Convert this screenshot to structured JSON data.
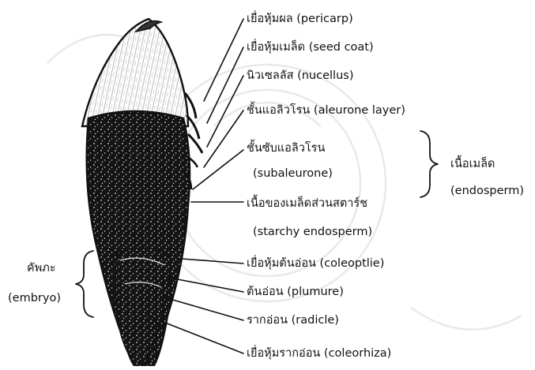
{
  "labels": {
    "pericarp": "เยื่อหุ้มผล (pericarp)",
    "seed_coat": "เยื่อหุ้มเมล็ด (seed coat)",
    "nucellus": "นิวเซลลัส (nucellus)",
    "aleurone": "ชั้นแอลิวโรน (aleurone layer)",
    "subaleurone_th": "ชั้นซับแอลิวโรน",
    "subaleurone_en": "(subaleurone)",
    "starchy_th": "เนื้อของเมล็ดส่วนสตาร์ช",
    "starchy_en": "(starchy endosperm)",
    "coleoptile": "เยื่อหุ้มต้นอ่อน (coleoptlie)",
    "plumule": "ต้นอ่อน (plumure)",
    "radicle": "รากอ่อน (radicle)",
    "coleorhiza": "เยื่อหุ้มรากอ่อน (coleorhiza)"
  },
  "groups": {
    "endosperm_th": "เนื้อเมล็ด",
    "endosperm_en": "(endosperm)",
    "embryo_th": "คัพภะ",
    "embryo_en": "(embryo)"
  }
}
